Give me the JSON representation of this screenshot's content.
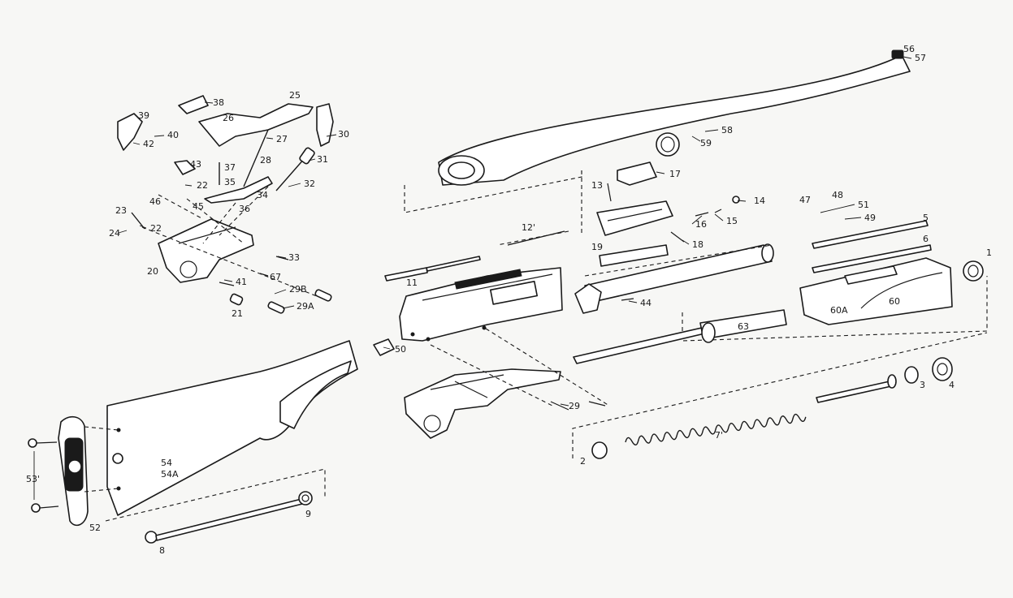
{
  "labels": {
    "p1": "1",
    "p2": "2",
    "p3": "3",
    "p4": "4",
    "p5": "5",
    "p6": "6",
    "p7": "7'",
    "p8": "8",
    "p9": "9",
    "p11": "11",
    "p12": "12'",
    "p13": "13",
    "p14": "14",
    "p15": "15",
    "p16": "16",
    "p17": "17",
    "p18": "18",
    "p19": "19",
    "p20": "20",
    "p21": "21",
    "p22a": "22",
    "p22b": "22",
    "p23": "23",
    "p24": "24",
    "p25": "25",
    "p26": "26",
    "p27": "27",
    "p28": "28",
    "p29": "29",
    "p29a": "29A",
    "p29b": "29B",
    "p30": "30",
    "p31": "31",
    "p32": "32",
    "p33": "33",
    "p34": "34",
    "p35": "35",
    "p36": "36",
    "p37": "37",
    "p38": "38",
    "p39": "39",
    "p40": "40",
    "p41": "41",
    "p42": "42",
    "p43": "43",
    "p44": "44",
    "p45": "45",
    "p46": "46",
    "p47": "47",
    "p48": "48",
    "p49": "49",
    "p50": "50",
    "p51": "51",
    "p52": "52",
    "p53": "53'",
    "p54": "54",
    "p54a": "54A",
    "p56": "56",
    "p57": "57",
    "p58": "58",
    "p59": "59",
    "p60": "60",
    "p60a": "60A",
    "p63": "63",
    "p67": "67"
  }
}
